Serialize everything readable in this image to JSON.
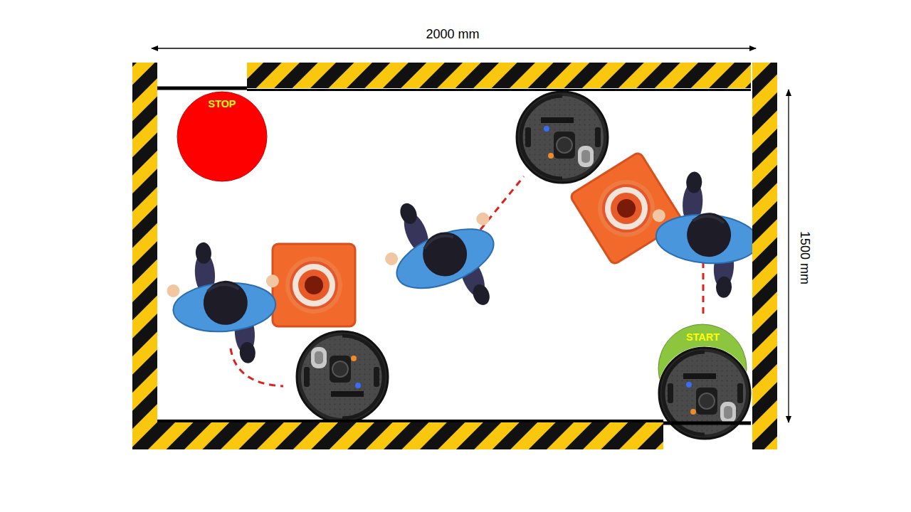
{
  "diagram": {
    "nodes": [
      {
        "text": [
          "STOP"
        ]
      },
      {
        "text": [
          "START"
        ]
      }
    ],
    "labels": [
      "2000 mm",
      "1500 mm"
    ]
  }
}
